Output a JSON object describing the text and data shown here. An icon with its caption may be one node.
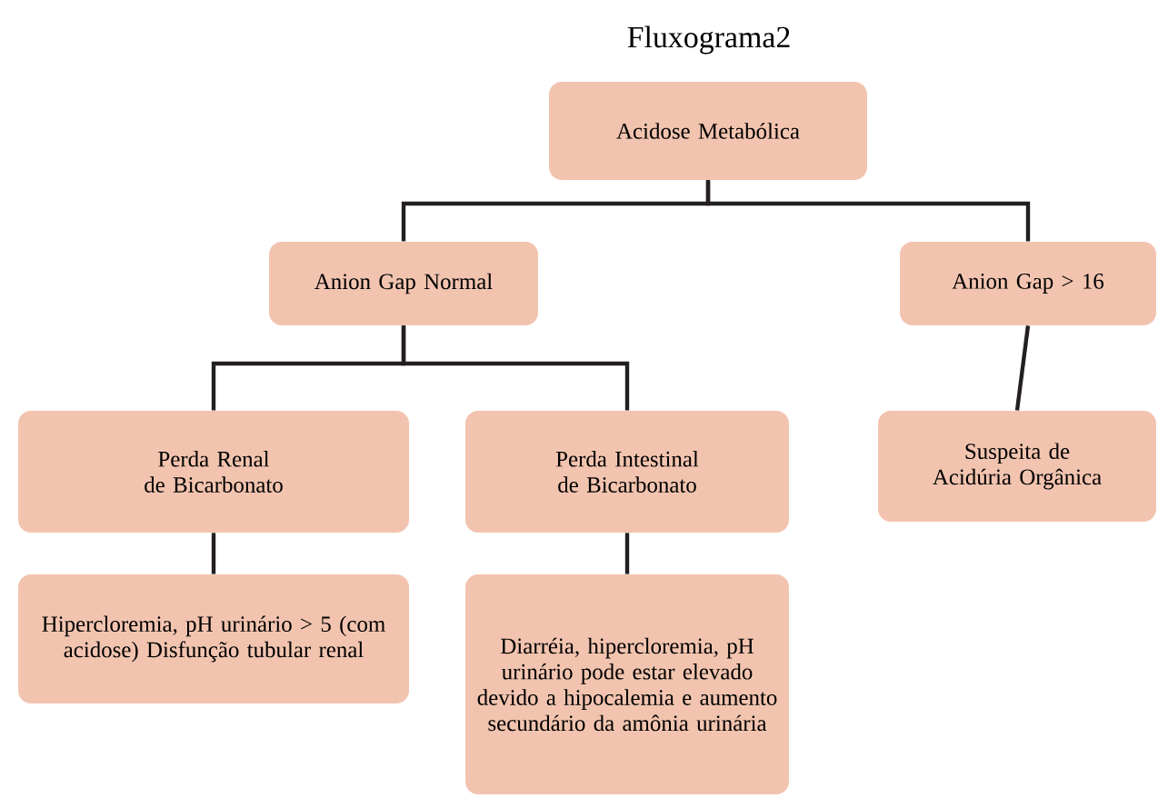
{
  "diagram": {
    "title": "Fluxograma2",
    "nodes": [
      {
        "text": [
          "Acidose Metabólica"
        ]
      },
      {
        "text": [
          "Anion Gap Normal"
        ]
      },
      {
        "text": [
          "Anion Gap > 16"
        ]
      },
      {
        "text": [
          "Perda Renal de Bicarbonato"
        ]
      },
      {
        "text": [
          "Perda Intestinal de Bicarbonato"
        ]
      },
      {
        "text": [
          "Suspeita de Acidúria Orgânica"
        ]
      },
      {
        "text": [
          "Hipercloremia, pH urinário > 5 (com acidose) Disfunção tubular renal"
        ]
      },
      {
        "text": [
          "Diarréia, hipercloremia, pH urinário pode estar elevado devido a hipocalemia e aumento secundário da amônia urinária"
        ]
      }
    ],
    "edges": [
      {
        "from": 0,
        "to": 1,
        "arrow": "none"
      },
      {
        "from": 0,
        "to": 2,
        "arrow": "none"
      },
      {
        "from": 1,
        "to": 3,
        "arrow": "none"
      },
      {
        "from": 1,
        "to": 4,
        "arrow": "none"
      },
      {
        "from": 2,
        "to": 5,
        "arrow": "none"
      },
      {
        "from": 3,
        "to": 6,
        "arrow": "none"
      },
      {
        "from": 4,
        "to": 7,
        "arrow": "none"
      }
    ]
  }
}
